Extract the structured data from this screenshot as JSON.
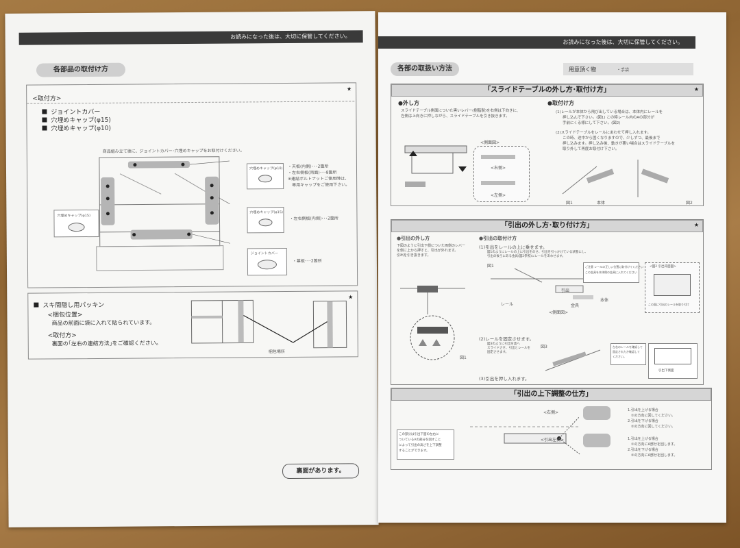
{
  "left": {
    "header_note": "お読みになった後は、大切に保管してください。",
    "section_title": "各部品の取付け方",
    "install_box": {
      "subtitle": "<取付方>",
      "star": "★",
      "parts": [
        "ジョイントカバー",
        "穴埋めキャップ(φ15)",
        "穴埋めキャップ(φ10)"
      ],
      "instruction": "商品組み立て後に、ジョイントカバー･穴埋めキャップをお取付けください。",
      "cap10_label": "穴埋めキャップ(φ10)",
      "cap10_notes": [
        "・天板(内側)･･･2箇所",
        "・左右側板(両面)･･･8箇所",
        "※連結ボルトナットご使用時は、",
        "専用キャップをご使用下さい。"
      ],
      "cap15_left_label": "穴埋めキャップ(φ15)",
      "cap15_label": "穴埋めキャップ(φ15)",
      "cap15_note": "・左右側板(内側)･･･2箇所",
      "joint_label": "ジョイントカバー",
      "joint_note": "・幕板･･･2箇所"
    },
    "packing_box": {
      "title": "スキ間隠し用パッキン",
      "star": "★",
      "position_heading": "<梱包位置>",
      "position_text": "商品の前面に袋に入れて貼られています。",
      "install_heading": "<取付方>",
      "install_text": "裏面の｢左右の連結方法｣をご確認ください。",
      "packing_label": "梱包場所"
    },
    "back_note": "裏面があります。"
  },
  "right": {
    "header_note": "お読みになった後は、大切に保管してください。",
    "section_title": "各部の取扱い方法",
    "items_label": "用意頂く物",
    "items_value": "・手袋",
    "slide": {
      "title": "｢スライドテーブルの外し方･取付け方｣",
      "remove_heading": "●外し方",
      "remove_text": [
        "スライドテーブル側面についた黒いレバー(樹脂製)を右側は下向きに、",
        "左側は上向きに押しながら、スライドテーブルを引き抜きます。"
      ],
      "side_label": "<側面図>",
      "right_side": "<右側>",
      "left_side": "<左側>",
      "install_heading": "●取付け方",
      "install_text": [
        "(1)レールが本体から飛び出している場合は、本体内にレールを",
        "押し込んで下さい。(図1) この時レール内のAの部分が",
        "手前にくる様にして下さい。(図2)",
        "(2)スライドテーブルをレールにあわせて押し入れます。",
        "この時、途中から固くなりますので、少しずつ、最後まで",
        "押し込みます。押し込み後、動きが悪い場合はスライドテーブルを",
        "取り外して再度お取付け下さい。"
      ],
      "fig1": "図1",
      "body_label": "本体",
      "fig2": "図2",
      "star": "★"
    },
    "drawer": {
      "title": "｢引出の外し方･取り付け方｣",
      "remove_heading": "●引出の外し方",
      "remove_text": [
        "下図のように引出下側についた両側のレバー",
        "を側に上から押すと、引出が外れます。",
        "引出を引き抜きます。"
      ],
      "install_heading": "●引出の取付け方",
      "step1": "(1)引出をレールの上に乗せます。",
      "step1_text": [
        "図1のようにレールの上に引出をのせ、引出を引っかけている状態にし、",
        "引出の後ろにある金具(図2参照)にレールをあわせます。"
      ],
      "fig1": "図1",
      "rail_label": "レール",
      "side_view": "<側面図>",
      "drawer_label": "引出",
      "hardware_label": "金具",
      "body_label": "本体",
      "fig2_label": "<図2 引出背面図>",
      "note_box": [
        "ご注意 レールの正しい位置に取付けてください",
        "この金具を本体側の金具に入れてください"
      ],
      "bottom_view_note": "この面に引出のレールを取り付け",
      "step2": "(2)レールを固定させます。",
      "step2_text": [
        "図3のように引出を奥へ",
        "スライドさせ、引出とレールを",
        "固定させます。"
      ],
      "fig3": "図3",
      "fig3_note": [
        "左右のレールを確認して",
        "固定されたか確認して",
        "ください。"
      ],
      "rear_label": "引出下側面",
      "step3": "(3)引出を押し入れます。",
      "fig1b": "図1",
      "star": "★"
    },
    "adjust": {
      "title": "｢引出の上下調整の仕方｣",
      "left_note": [
        "この部分は引出下面の左右に",
        "ついているAの部分を回すこと",
        "によって引出の高さを上下調整",
        "することができます。"
      ],
      "right_side": "<右側>",
      "left_side": "<引出左側>",
      "right_notes": [
        "1.引出を上げる場合",
        "①の方向に回してください。",
        "2.引出を下げる場合",
        "②の方向に回してください。"
      ],
      "left_notes": [
        "1.引出を上げる場合",
        "①の方向にA部分を回します。",
        "2.引出を下げる場合",
        "②の方向にA部分を回します。"
      ]
    }
  }
}
